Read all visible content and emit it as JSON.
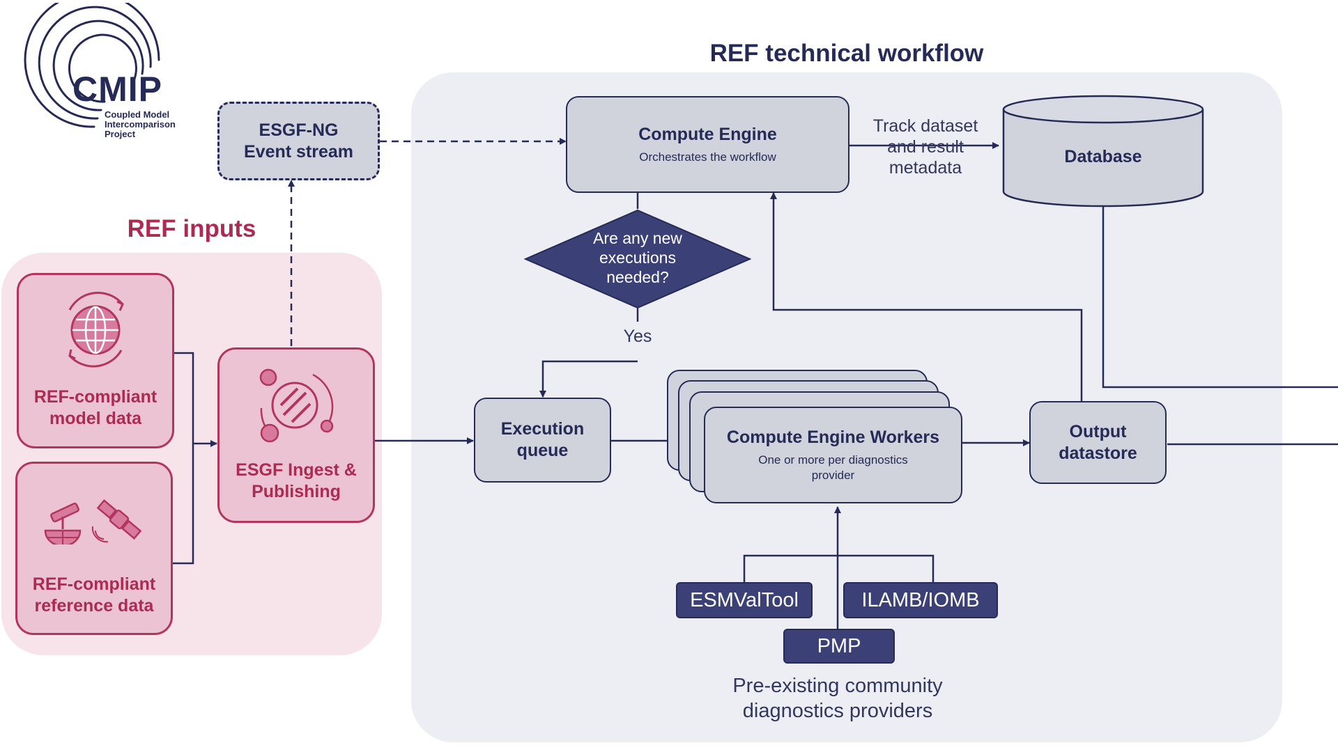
{
  "logo": {
    "name": "CMIP",
    "subtitle": "Coupled Model\nIntercomparison\nProject"
  },
  "titles": {
    "workflow": "REF technical workflow",
    "inputs": "REF inputs"
  },
  "nodes": {
    "event_stream": "ESGF-NG\nEvent stream",
    "compute_engine": {
      "label": "Compute Engine",
      "sub": "Orchestrates the workflow"
    },
    "database": "Database",
    "decision": "Are any new\nexecutions\nneeded?",
    "execution_queue": "Execution\nqueue",
    "workers": {
      "label": "Compute Engine Workers",
      "sub": "One or more per diagnostics\nprovider"
    },
    "output_datastore": "Output\ndatastore",
    "model_data": "REF-compliant\nmodel data",
    "reference_data": "REF-compliant\nreference data",
    "ingest": "ESGF Ingest &\nPublishing"
  },
  "edge_labels": {
    "track": "Track dataset\nand result\nmetadata",
    "yes": "Yes"
  },
  "providers": {
    "items": [
      "ESMValTool",
      "ILAMB/IOMB",
      "PMP"
    ],
    "caption": "Pre-existing community\ndiagnostics providers"
  },
  "colors": {
    "navy": "#262a57",
    "crimson": "#b3345c",
    "workflow_bg": "#eceef4",
    "inputs_bg": "#f7e3ea",
    "node_gray": "#d0d2dc",
    "node_pink": "#ecc3d2"
  }
}
